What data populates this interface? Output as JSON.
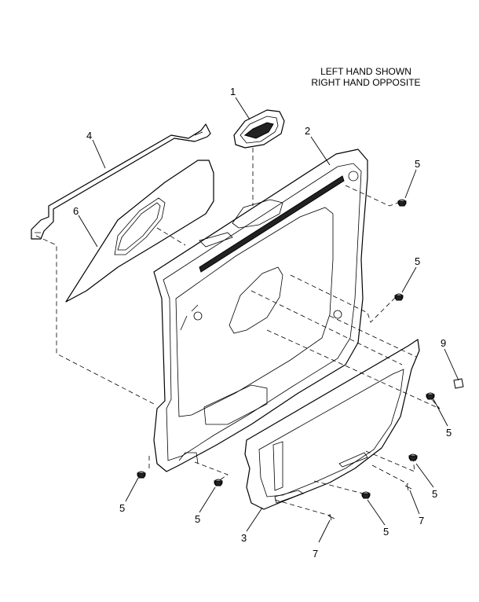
{
  "note": {
    "line1": "LEFT HAND SHOWN",
    "line2": "RIGHT HAND OPPOSITE"
  },
  "callouts": {
    "c1": "1",
    "c2": "2",
    "c3": "3",
    "c4": "4",
    "c5a": "5",
    "c5b": "5",
    "c5c": "5",
    "c5d": "5",
    "c5e": "5",
    "c5f": "5",
    "c5g": "5",
    "c6": "6",
    "c7a": "7",
    "c7b": "7",
    "c9": "9"
  }
}
